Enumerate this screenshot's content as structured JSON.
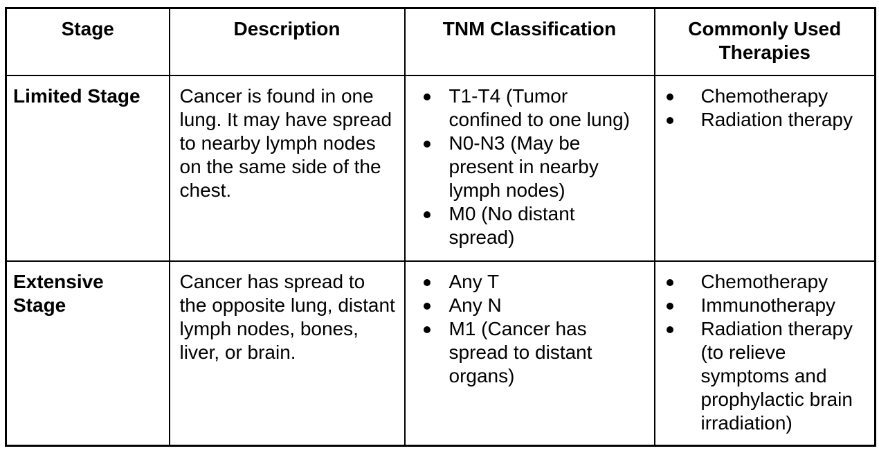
{
  "table": {
    "headers": {
      "stage": "Stage",
      "description": "Description",
      "tnm": "TNM Classification",
      "therapies": "Commonly Used Therapies"
    },
    "rows": [
      {
        "stage": "Limited Stage",
        "description": "Cancer is found in one lung. It may have spread to nearby lymph nodes on the same side of the chest.",
        "tnm": [
          "T1-T4 (Tumor confined to one lung)",
          "N0-N3 (May be present in nearby lymph nodes)",
          "M0 (No distant spread)"
        ],
        "therapies": [
          "Chemotherapy",
          "Radiation therapy"
        ]
      },
      {
        "stage": "Extensive Stage",
        "description": "Cancer has spread to the opposite lung, distant lymph nodes, bones, liver, or brain.",
        "tnm": [
          "Any T",
          "Any N",
          "M1 (Cancer has spread to distant organs)"
        ],
        "therapies": [
          "Chemotherapy",
          "Immunotherapy",
          "Radiation therapy (to relieve symptoms and prophylactic brain irradiation)"
        ]
      }
    ],
    "colors": {
      "border": "#000000",
      "text": "#000000",
      "background": "#ffffff"
    }
  }
}
